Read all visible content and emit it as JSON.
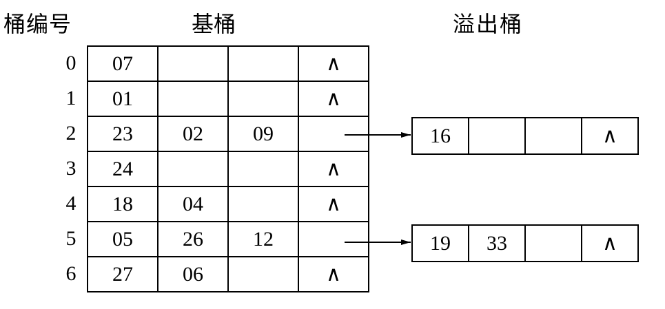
{
  "headers": {
    "bucket_number": "桶编号",
    "base_bucket": "基桶",
    "overflow_bucket": "溢出桶"
  },
  "null_symbol": "∧",
  "base_rows": [
    {
      "index": "0",
      "cells": [
        "07",
        "",
        "",
        "∧"
      ]
    },
    {
      "index": "1",
      "cells": [
        "01",
        "",
        "",
        "∧"
      ]
    },
    {
      "index": "2",
      "cells": [
        "23",
        "02",
        "09",
        ""
      ]
    },
    {
      "index": "3",
      "cells": [
        "24",
        "",
        "",
        "∧"
      ]
    },
    {
      "index": "4",
      "cells": [
        "18",
        "04",
        "",
        "∧"
      ]
    },
    {
      "index": "5",
      "cells": [
        "05",
        "26",
        "12",
        ""
      ]
    },
    {
      "index": "6",
      "cells": [
        "27",
        "06",
        "",
        "∧"
      ]
    }
  ],
  "overflow_buckets": [
    {
      "from_row": "2",
      "cells": [
        "16",
        "",
        "",
        "∧"
      ]
    },
    {
      "from_row": "5",
      "cells": [
        "19",
        "33",
        "",
        "∧"
      ]
    }
  ]
}
